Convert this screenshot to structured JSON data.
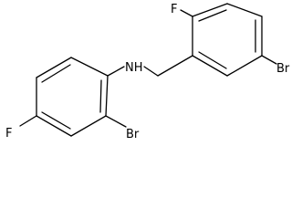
{
  "molecule": {
    "atoms": {
      "nh": "NH",
      "br_left": "Br",
      "f_left": "F",
      "f_right": "F",
      "br_right": "Br"
    },
    "colors": {
      "bond": "#000000",
      "label": "#000000",
      "background": "#ffffff"
    }
  }
}
